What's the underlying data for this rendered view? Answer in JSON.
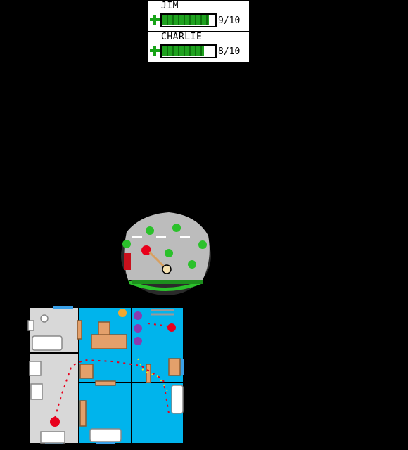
{
  "players": [
    {
      "name": "JIM",
      "health": 9,
      "health_max": 10,
      "health_text": "9/10"
    },
    {
      "name": "CHARLIE",
      "health": 8,
      "health_max": 10,
      "health_text": "8/10"
    }
  ],
  "colors": {
    "background": "#000000",
    "health_fill": "#1fa21f",
    "health_icon": "#17a317",
    "floor": "#00b4ec",
    "tile": "#d8d8d8",
    "furniture": "#e3a06b",
    "blood": "#e8001c",
    "island_rock": "#b8b8b8",
    "grass": "#2bc12b"
  },
  "icons": [
    "health-plus-icon"
  ]
}
